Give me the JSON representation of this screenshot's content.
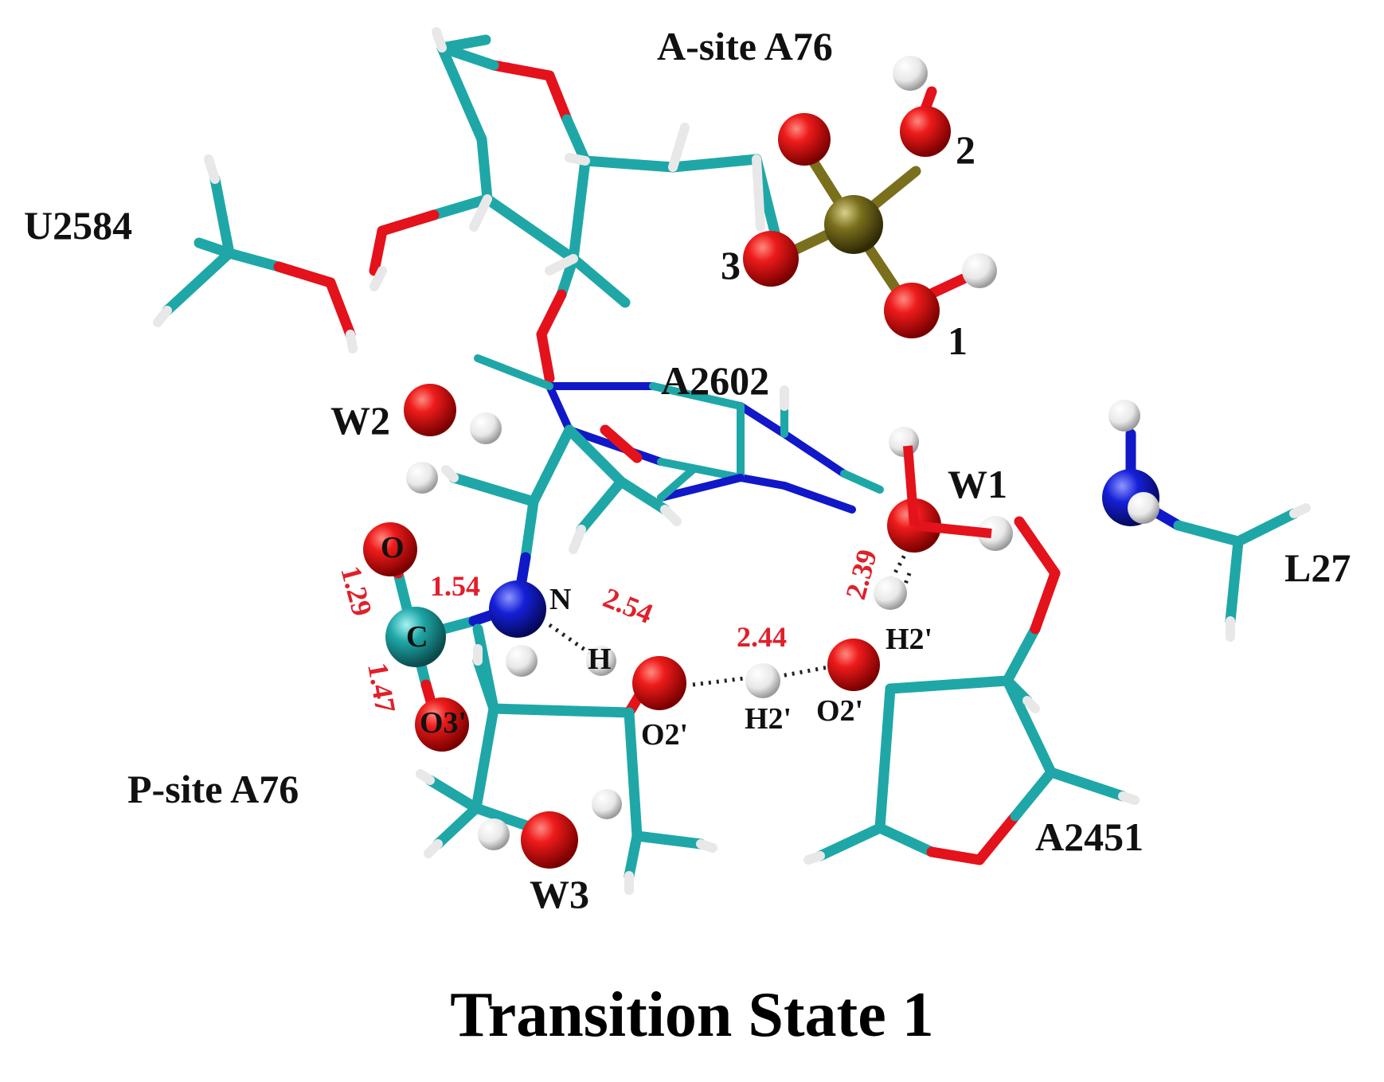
{
  "caption": "Transition State 1",
  "residues": {
    "a_site": "A-site A76",
    "u2584": "U2584",
    "a2602": "A2602",
    "l27": "L27",
    "p_site": "P-site A76",
    "a2451": "A2451",
    "w1": "W1",
    "w2": "W2",
    "w3": "W3"
  },
  "atoms": {
    "phosphate_o1": "1",
    "phosphate_o2": "2",
    "phosphate_o3": "3",
    "carbonyl_o": "O",
    "carbonyl_c": "C",
    "amine_n": "N",
    "amine_h": "H",
    "p_o3": "O3'",
    "p_o2": "O2'",
    "p_h2": "H2'",
    "a2451_o2": "O2'",
    "a2451_h2": "H2'"
  },
  "distances": {
    "c_o": "1.29",
    "c_n": "1.54",
    "c_o3": "1.47",
    "n_h": "2.54",
    "o2_h2": "2.44",
    "w1_h2": "2.39"
  },
  "colors": {
    "carbon": "#1fa7a8",
    "oxygen": "#e3121b",
    "nitrogen": "#1018c8",
    "hydrogen": "#f2f2f2",
    "phosphorus": "#7a6f1c",
    "distance_text": "#e0202a"
  }
}
